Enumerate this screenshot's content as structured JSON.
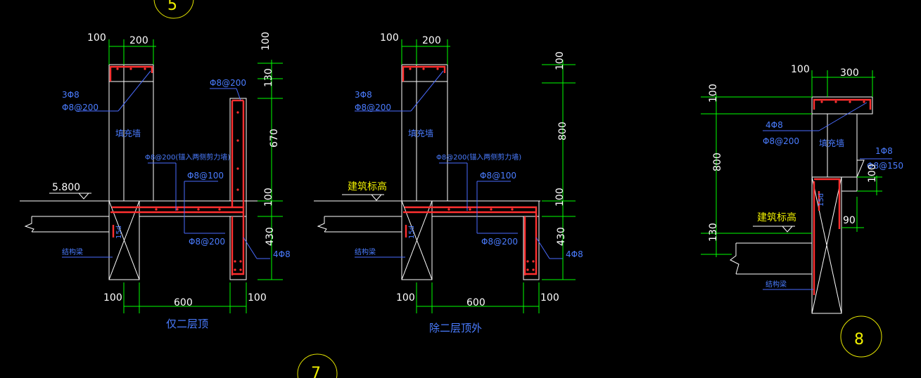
{
  "labels": {
    "left": {
      "d100_top": "100",
      "d200_top": "200",
      "rebar_3phi8": "3Φ8",
      "rebar_phi8_200": "Φ8@200",
      "infill_wall": "填充墙",
      "rebar_phi8_200_right": "Φ8@200",
      "anchor_note": "Φ8@200(锚入两侧剪力墙)",
      "phi8_100": "Φ8@100",
      "elevation": "5.800",
      "phi8_200_bottom": "Φ8@200",
      "structural_beam": "结构梁",
      "fifteen_d": "15d",
      "four_phi8": "4Φ8",
      "v100_a": "100",
      "v130": "130",
      "v670": "670",
      "v100_b": "100",
      "v430": "430",
      "h100_left": "100",
      "h600": "600",
      "h100_right": "100",
      "caption": "仅二层顶"
    },
    "middle": {
      "d100_top": "100",
      "d200_top": "200",
      "rebar_3phi8": "3Φ8",
      "rebar_phi8_200": "Φ8@200",
      "infill_wall": "填充墙",
      "anchor_note": "Φ8@200(锚入两侧剪力墙)",
      "phi8_100": "Φ8@100",
      "arch_elevation": "建筑标高",
      "phi8_200_bottom": "Φ8@200",
      "structural_beam": "结构梁",
      "fifteen_d": "15d",
      "four_phi8": "4Φ8",
      "v100_a": "100",
      "v800": "800",
      "v100_b": "100",
      "v430": "430",
      "h100_left": "100",
      "h600": "600",
      "h100_right": "100",
      "caption": "除二层顶外"
    },
    "right": {
      "d100_top": "100",
      "d300_top": "300",
      "rebar_4phi8": "4Φ8",
      "rebar_phi8_200": "Φ8@200",
      "infill_wall": "填充墙",
      "one_phi8": "1Φ8",
      "phi8_150": "Φ8@150",
      "v100_a": "100",
      "v800": "800",
      "v130": "130",
      "v100_small": "100",
      "h90": "90",
      "fifteen_d": "15d",
      "arch_elevation": "建筑标高",
      "structural_beam": "结构梁"
    },
    "circles": {
      "c5": "5",
      "c7": "7",
      "c8": "8"
    }
  },
  "colors": {
    "background": "#000000",
    "outline": "#ffffff",
    "dimension": "#00ff00",
    "annotation": "#4a7cff",
    "rebar": "#ff3030",
    "marker": "#f0f000"
  }
}
